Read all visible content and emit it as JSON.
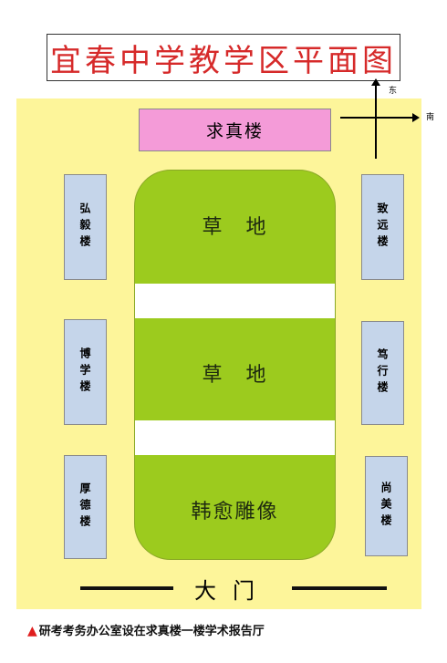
{
  "map": {
    "title": "宜春中学教学区平面图",
    "buildings": {
      "top": "求真楼",
      "left_top": "弘毅楼",
      "left_mid": "博学楼",
      "left_bottom": "厚德楼",
      "right_top": "致远楼",
      "right_mid": "笃行楼",
      "right_bottom": "尚美楼"
    },
    "zones": {
      "lawn_1": "草　地",
      "lawn_2": "草　地",
      "statue": "韩愈雕像"
    },
    "gate": "大门",
    "compass": {
      "north_label": "东",
      "east_label": "南"
    }
  },
  "note": {
    "marker": "▲",
    "text": "研考考务办公室设在求真楼一楼学术报告厅"
  },
  "colors": {
    "title": "#d62a2a",
    "campus_bg": "#fdf59a",
    "building": "#c5d5ea",
    "top_building": "#f49bd8",
    "lawn": "#9ccb1e",
    "note_marker": "#e01f1f"
  }
}
